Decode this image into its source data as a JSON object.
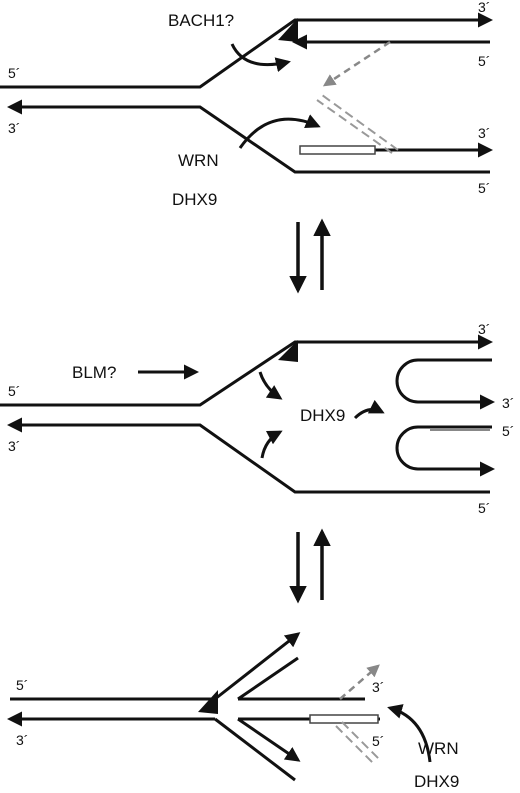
{
  "diagram": {
    "panel_top": {
      "ends": [
        "3´",
        "5´",
        "5´",
        "3´",
        "3´",
        "5´"
      ],
      "enzymes": [
        "BACH1?",
        "WRN",
        "DHX9"
      ]
    },
    "panel_middle": {
      "ends": [
        "3´",
        "5´",
        "3´",
        "3´",
        "5´",
        "5´"
      ],
      "enzymes": [
        "BLM?",
        "DHX9"
      ]
    },
    "panel_bottom": {
      "ends": [
        "5´",
        "3´",
        "3´",
        "5´"
      ],
      "enzymes": [
        "WRN",
        "DHX9"
      ]
    }
  },
  "colors": {
    "strand": "#111111",
    "new_strand": "#888888"
  }
}
